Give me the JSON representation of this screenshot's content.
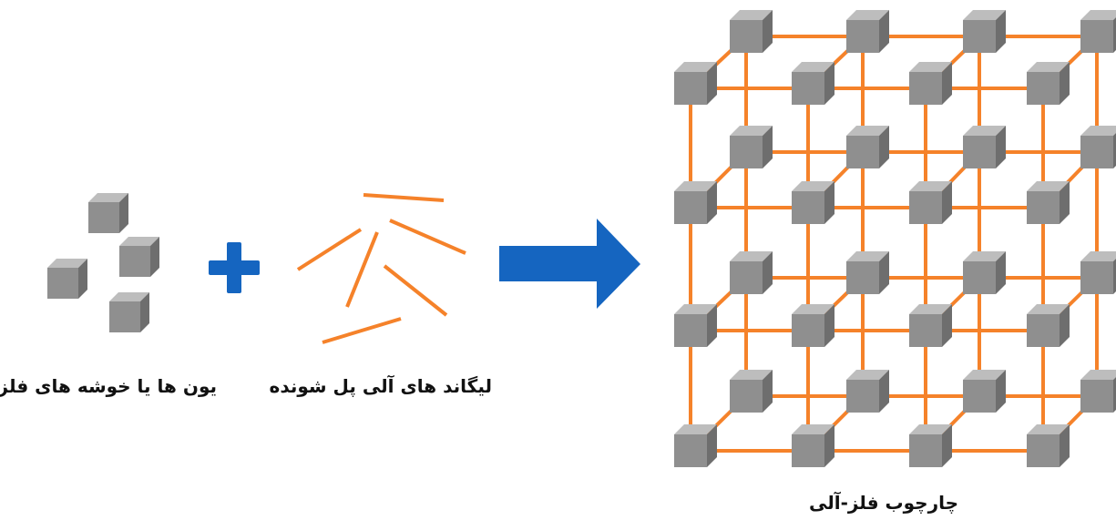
{
  "labels": {
    "metal_nodes": "یون ها یا خوشه های فلزی",
    "organic_linkers": "لیگاند های آلی پل شونده",
    "framework": "چارچوب فلز-آلی"
  },
  "colors": {
    "cube_front": "#8f8f8f",
    "cube_top": "#bdbdbd",
    "cube_side": "#6e6e6e",
    "linker": "#f5822a",
    "plus": "#1565c0",
    "arrow": "#1565c0"
  },
  "icons": {
    "plus": "plus-icon",
    "arrow": "right-arrow-icon"
  }
}
